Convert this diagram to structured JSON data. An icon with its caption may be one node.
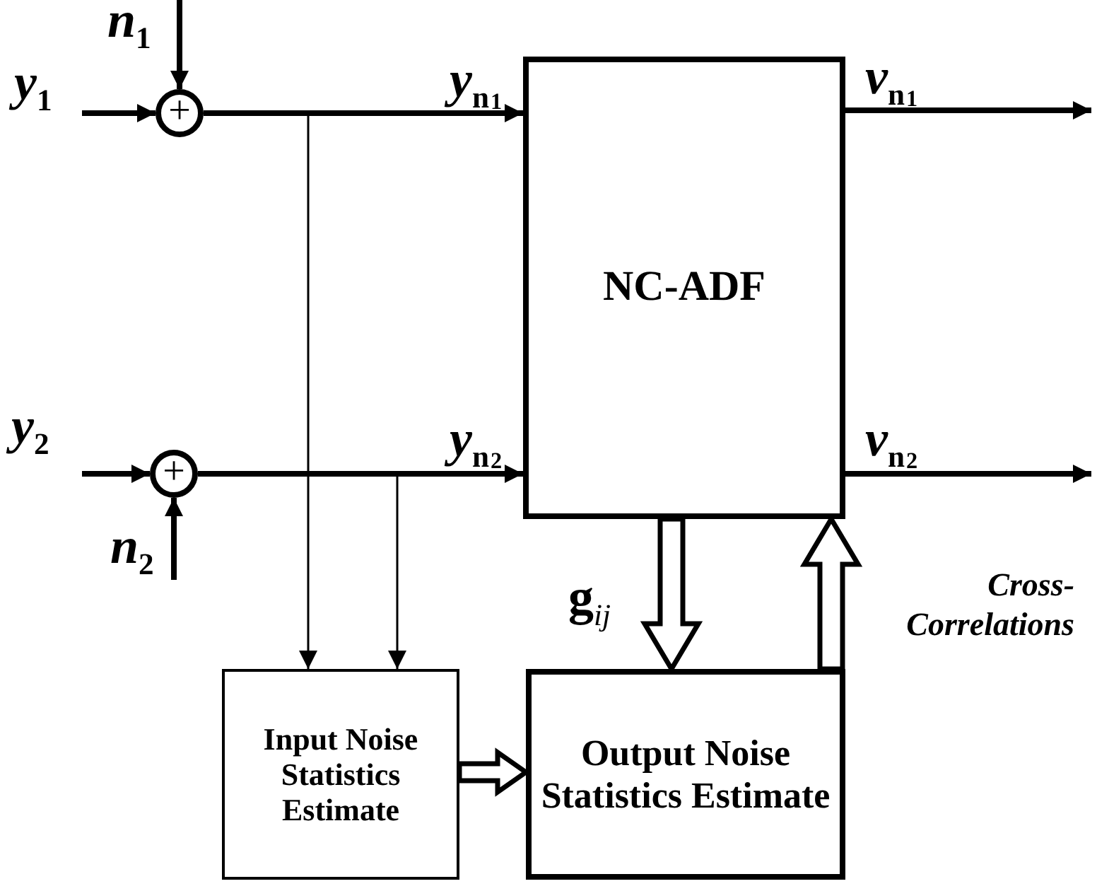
{
  "diagram": {
    "nodes": [
      {
        "text": [
          "+"
        ]
      },
      {
        "text": [
          "+"
        ]
      },
      {
        "text": [
          "NC-ADF"
        ]
      },
      {
        "text": [
          "Input Noise Statistics Estimate"
        ]
      },
      {
        "text": [
          "Output Noise Statistics Estimate"
        ]
      }
    ],
    "edges": [
      {
        "from": null,
        "to": 0,
        "arrow": "to",
        "label": "*y*$_{1}$"
      },
      {
        "from": null,
        "to": 0,
        "arrow": "to",
        "label": "*n*$_{1}$"
      },
      {
        "from": 0,
        "to": 2,
        "arrow": "to",
        "label": "*y*$_{n}$$_{1}$"
      },
      {
        "from": null,
        "to": 1,
        "arrow": "to",
        "label": "*y*$_{2}$"
      },
      {
        "from": null,
        "to": 1,
        "arrow": "to",
        "label": "*n*$_{2}$"
      },
      {
        "from": 1,
        "to": 2,
        "arrow": "to",
        "label": "*y*$_{n}$$_{2}$"
      },
      {
        "from": 2,
        "to": null,
        "arrow": "to",
        "label": "*v*$_{n}$$_{1}$"
      },
      {
        "from": 2,
        "to": null,
        "arrow": "to",
        "label": "*v*$_{n}$$_{2}$"
      },
      {
        "from": 0,
        "to": 3,
        "arrow": "to"
      },
      {
        "from": 1,
        "to": 3,
        "arrow": "to"
      },
      {
        "from": 2,
        "to": 4,
        "arrow": "to",
        "label": "g$_{ij}$",
        "style": "thick"
      },
      {
        "from": 4,
        "to": 2,
        "arrow": "to",
        "label": "Cross-Correlations",
        "style": "thick"
      },
      {
        "from": 3,
        "to": 4,
        "arrow": "to",
        "style": "thick"
      }
    ]
  }
}
